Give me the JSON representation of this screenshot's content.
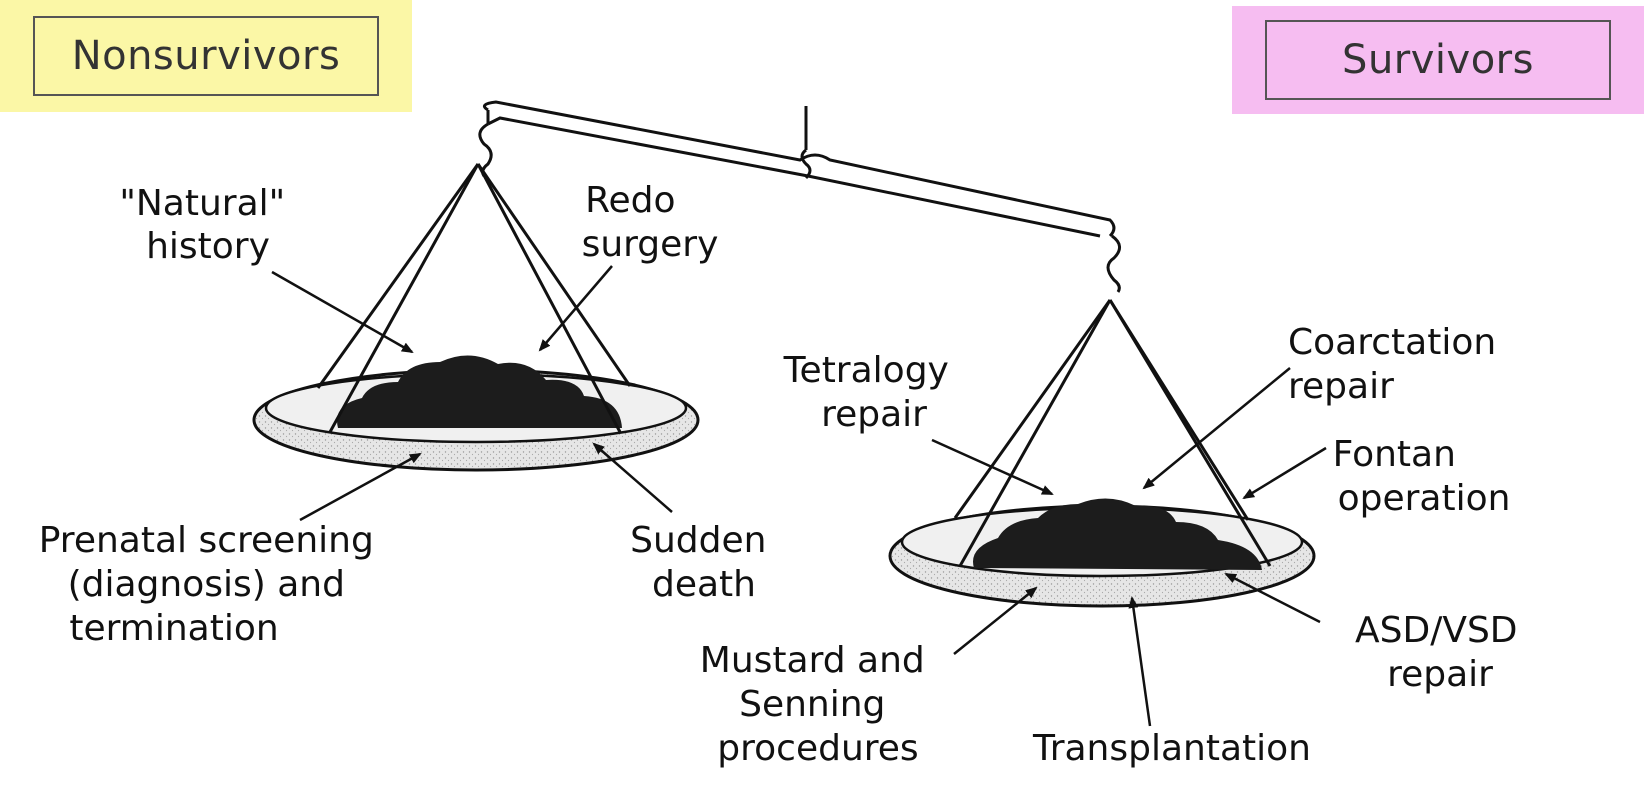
{
  "colors": {
    "nonsurvivors_bg": "#fbf7a6",
    "survivors_bg": "#f6bdf1",
    "ink": "#111111",
    "pan_fill": "#e4e4e4",
    "mass_fill": "#1c1c1c"
  },
  "headers": {
    "nonsurvivors": "Nonsurvivors",
    "survivors": "Survivors"
  },
  "left_pan": {
    "labels": {
      "natural_history": [
        "\"Natural\"",
        "history"
      ],
      "redo_surgery": [
        "Redo",
        "surgery"
      ],
      "prenatal_screening": [
        "Prenatal screening",
        "(diagnosis) and",
        "termination"
      ],
      "sudden_death": [
        "Sudden",
        "death"
      ]
    }
  },
  "right_pan": {
    "labels": {
      "tetralogy_repair": [
        "Tetralogy",
        "repair"
      ],
      "coarctation_repair": [
        "Coarctation",
        "repair"
      ],
      "fontan_operation": [
        "Fontan",
        "operation"
      ],
      "asd_vsd_repair": [
        "ASD/VSD",
        "repair"
      ],
      "mustard_senning": [
        "Mustard and",
        "Senning",
        "procedures"
      ],
      "transplantation": [
        "Transplantation"
      ]
    }
  }
}
